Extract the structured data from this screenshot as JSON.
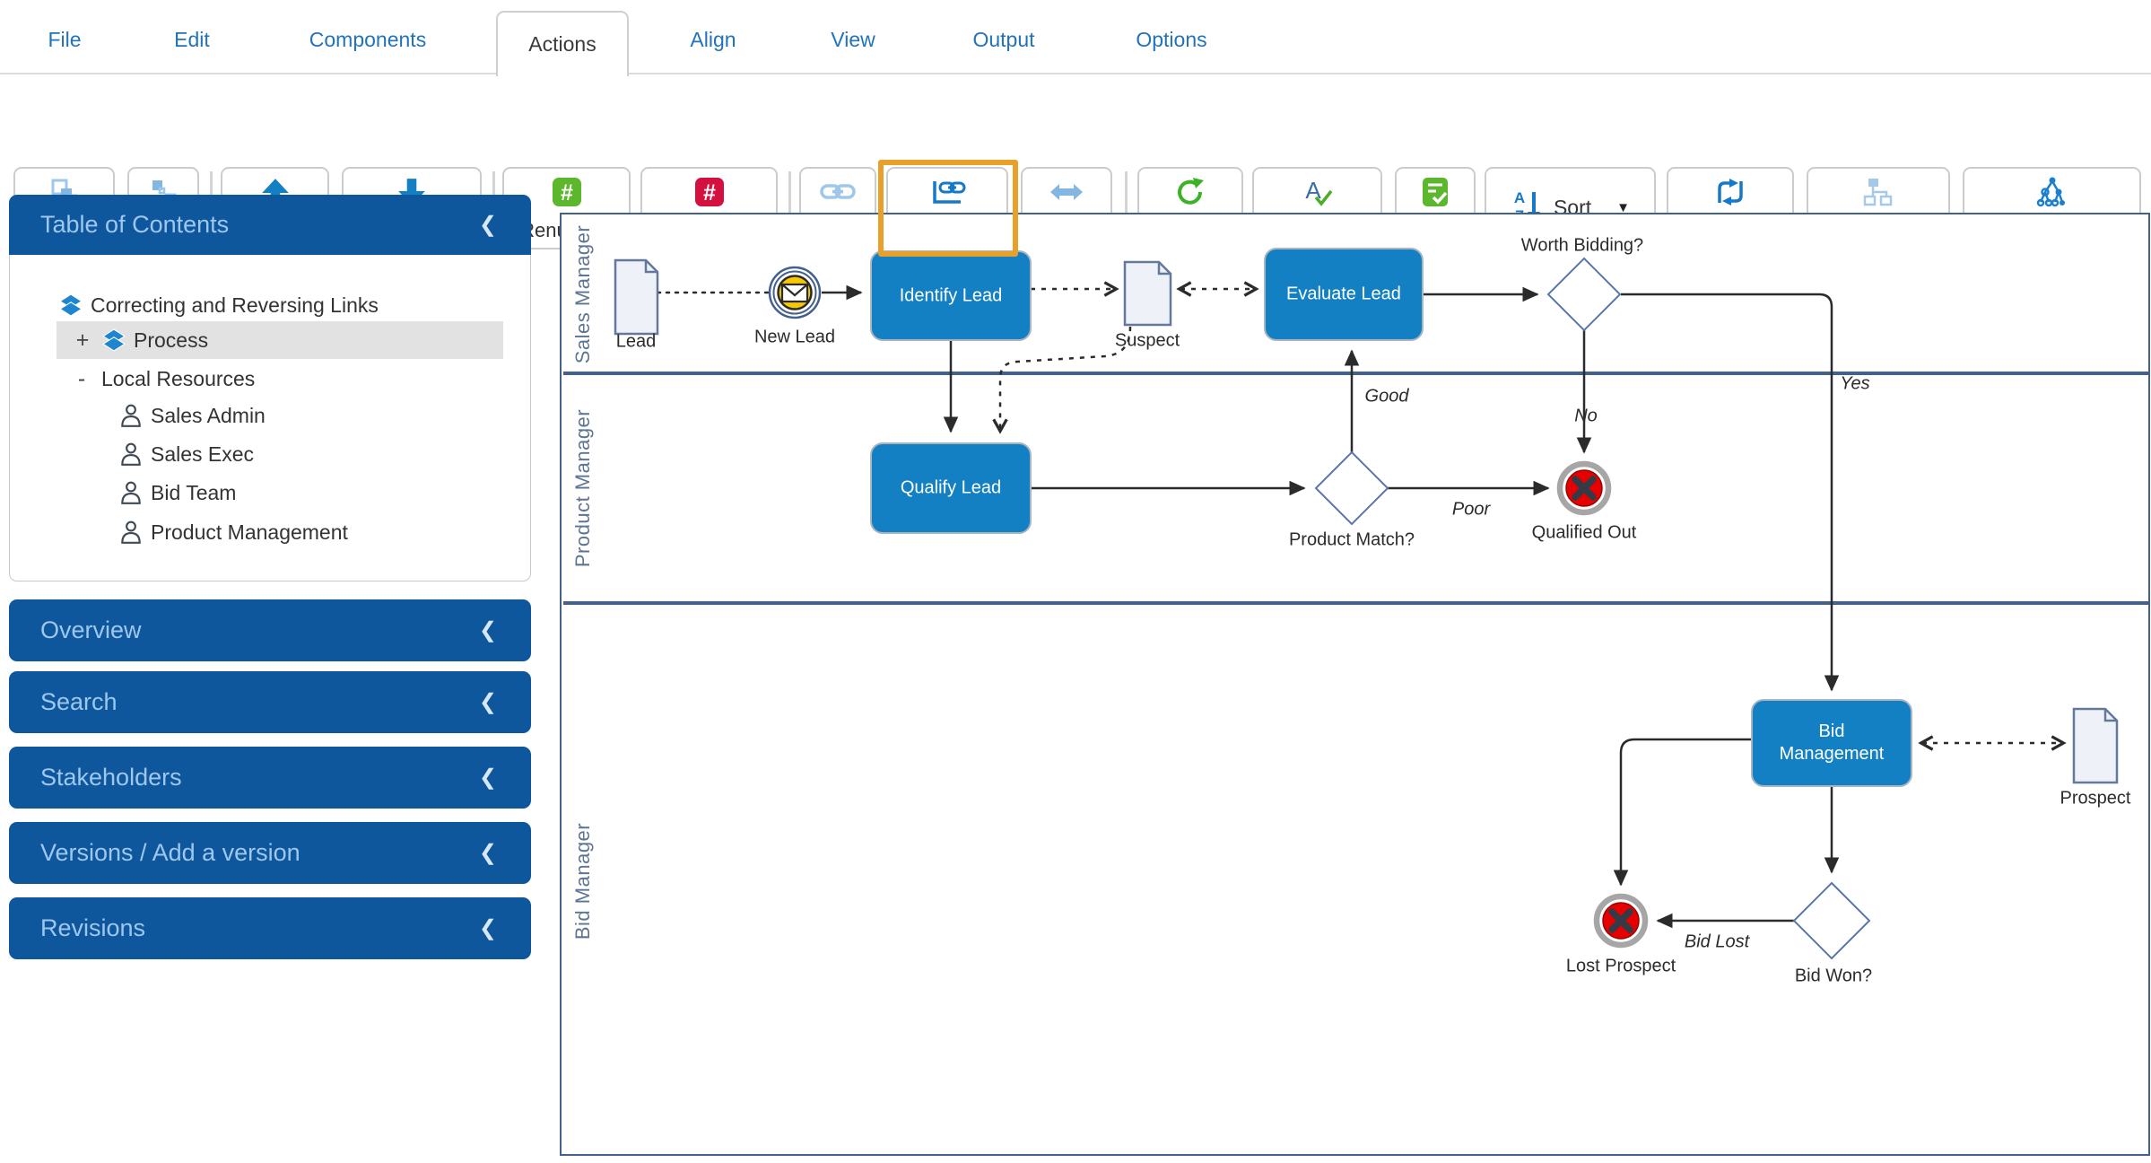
{
  "menu": {
    "tabs": [
      {
        "label": "File",
        "active": false
      },
      {
        "label": "Edit",
        "active": false
      },
      {
        "label": "Components",
        "active": false
      },
      {
        "label": "Actions",
        "active": true
      },
      {
        "label": "Align",
        "active": false
      },
      {
        "label": "View",
        "active": false
      },
      {
        "label": "Output",
        "active": false
      },
      {
        "label": "Options",
        "active": false
      }
    ]
  },
  "toolbar": {
    "buttons": [
      {
        "label": "Forward",
        "enabled": false
      },
      {
        "label": "Back",
        "enabled": false
      },
      {
        "label": "Move up",
        "enabled": true
      },
      {
        "label": "Move down",
        "enabled": true
      },
      {
        "label": "Renumber",
        "enabled": true
      },
      {
        "label": "Unnumber",
        "enabled": true
      },
      {
        "label": "Relink",
        "enabled": false
      },
      {
        "label": "Relink all",
        "enabled": true,
        "highlighted": true
      },
      {
        "label": "Reverse",
        "enabled": false
      },
      {
        "label": "Refresh",
        "enabled": true
      },
      {
        "label": "Spell check",
        "enabled": true
      },
      {
        "label": "Verify",
        "enabled": true
      },
      {
        "label": "Sort",
        "enabled": true,
        "caret": "▼"
      },
      {
        "label": "Transform",
        "enabled": true
      },
      {
        "label": "Sub-process",
        "enabled": false
      },
      {
        "label": "Layout diagram",
        "enabled": true
      }
    ]
  },
  "sidebar": {
    "toc": {
      "title": "Table of Contents",
      "collapse_icon": "❮",
      "tree": [
        {
          "expander": "",
          "icon": "layers-icon",
          "label": "Correcting and Reversing Links",
          "selected": false
        },
        {
          "expander": "+",
          "icon": "layers-icon",
          "label": "Process",
          "selected": true
        },
        {
          "expander": "-",
          "icon": "",
          "label": "Local Resources",
          "selected": false
        },
        {
          "expander": "",
          "icon": "person-icon",
          "label": "Sales Admin",
          "selected": false
        },
        {
          "expander": "",
          "icon": "person-icon",
          "label": "Sales Exec",
          "selected": false
        },
        {
          "expander": "",
          "icon": "person-icon",
          "label": "Bid Team",
          "selected": false
        },
        {
          "expander": "",
          "icon": "person-icon",
          "label": "Product Management",
          "selected": false
        }
      ]
    },
    "panels": [
      {
        "title": "Overview",
        "collapse_icon": "❮"
      },
      {
        "title": "Search",
        "collapse_icon": "❮"
      },
      {
        "title": "Stakeholders",
        "collapse_icon": "❮"
      },
      {
        "title": "Versions / Add a version",
        "collapse_icon": "❮"
      },
      {
        "title": "Revisions",
        "collapse_icon": "❮"
      }
    ]
  },
  "diagram": {
    "lanes": [
      {
        "label": "Sales Manager"
      },
      {
        "label": "Product Manager"
      },
      {
        "label": "Bid Manager"
      }
    ],
    "nodes": {
      "lead": "Lead",
      "new_lead": "New Lead",
      "identify_lead": "Identify Lead",
      "suspect": "Suspect",
      "evaluate_lead": "Evaluate Lead",
      "worth_bidding": "Worth Bidding?",
      "qualify_lead": "Qualify Lead",
      "product_match": "Product Match?",
      "qualified_out": "Qualified Out",
      "bid_management": "Bid Management",
      "prospect": "Prospect",
      "bid_won": "Bid Won?",
      "lost_prospect": "Lost Prospect"
    },
    "edge_labels": {
      "yes": "Yes",
      "no": "No",
      "good": "Good",
      "poor": "Poor",
      "bid_lost": "Bid Lost"
    }
  },
  "colors": {
    "task_blue": "#1480c4",
    "header_blue": "#0e579c",
    "highlight_orange": "#e9a02b",
    "event_red": "#e60000",
    "event_yellow": "#f6c800",
    "icon_green": "#5cb72c",
    "icon_crimson": "#d4103f",
    "lane_line": "#44618c"
  }
}
